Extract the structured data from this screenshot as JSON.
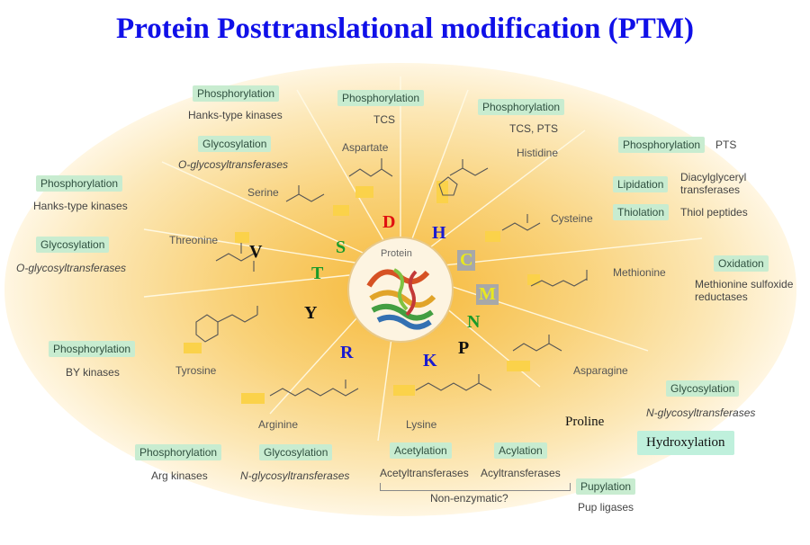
{
  "title": "Protein Posttranslational modification (PTM)",
  "center_label": "Protein",
  "colors": {
    "blue": "#1a1ad0",
    "red": "#e01010",
    "green": "#1a9a2a",
    "yellow": "#e8e820",
    "black": "#111111",
    "tag": "#c8ecd0",
    "glow": "#f7c95a"
  },
  "tags": {
    "phos_hanks_top": "Phosphorylation",
    "phos_tcs": "Phosphorylation",
    "phos_tcs_pts": "Phosphorylation",
    "phos_pts": "Phosphorylation",
    "glyco_o_top": "Glycosylation",
    "phos_hanks_left": "Phosphorylation",
    "glyco_o_left": "Glycosylation",
    "lipidation": "Lipidation",
    "thiolation": "Thiolation",
    "oxidation": "Oxidation",
    "phos_by": "Phosphorylation",
    "glyco_n_right": "Glycosylation",
    "hydroxylation": "Hydroxylation",
    "phos_arg": "Phosphorylation",
    "glyco_n_bottom": "Glycosylation",
    "acetylation": "Acetylation",
    "acylation": "Acylation",
    "pupylation": "Pupylation"
  },
  "enzymes": {
    "hanks_top": "Hanks-type kinases",
    "tcs": "TCS",
    "tcs_pts": "TCS, PTS",
    "pts": "PTS",
    "o_glyco_top": "O-glycosyltransferases",
    "hanks_left": "Hanks-type kinases",
    "o_glyco_left": "O-glycosyltransferases",
    "diacyl_1": "Diacylglyceryl",
    "diacyl_2": "transferases",
    "thiol_peptides": "Thiol peptides",
    "met_sulfox_1": "Methionine sulfoxide",
    "met_sulfox_2": "reductases",
    "by_kinases": "BY kinases",
    "n_glyco_right": "N-glycosyltransferases",
    "arg_kinases": "Arg kinases",
    "n_glyco_bottom": "N-glycosyltransferases",
    "acetyltransferases": "Acetyltransferases",
    "acyltransferases": "Acyltransferases",
    "non_enzymatic": "Non-enzymatic?",
    "pup_ligases": "Pup ligases"
  },
  "amino_acids": {
    "aspartate": "Aspartate",
    "histidine": "Histidine",
    "serine": "Serine",
    "cysteine": "Cysteine",
    "threonine": "Threonine",
    "methionine": "Methionine",
    "tyrosine": "Tyrosine",
    "asparagine": "Asparagine",
    "arginine": "Arginine",
    "lysine": "Lysine",
    "proline": "Proline"
  },
  "letters": {
    "D": "D",
    "H": "H",
    "S": "S",
    "V": "V",
    "C": "C",
    "T": "T",
    "M": "M",
    "Y": "Y",
    "N": "N",
    "R": "R",
    "K": "K",
    "P": "P"
  }
}
